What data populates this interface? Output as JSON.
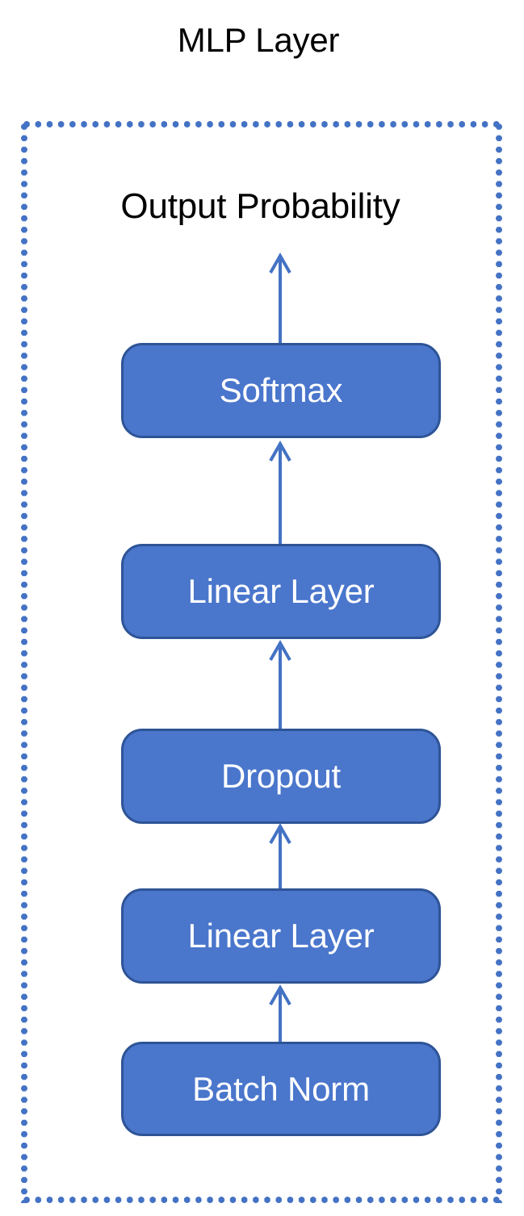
{
  "diagram": {
    "title": "MLP Layer",
    "output_caption": "Output Probability",
    "colors": {
      "node_fill": "#4A76CC",
      "node_border": "#2E5496",
      "node_text": "#FFFFFF",
      "arrow": "#4472C4",
      "container_border": "#4472C4",
      "title_text": "#000000",
      "background": "#FFFFFF"
    },
    "nodes": [
      {
        "id": "softmax",
        "label": "Softmax"
      },
      {
        "id": "linear-top",
        "label": "Linear Layer"
      },
      {
        "id": "dropout",
        "label": "Dropout"
      },
      {
        "id": "linear-bot",
        "label": "Linear Layer"
      },
      {
        "id": "batchnorm",
        "label": "Batch Norm"
      }
    ],
    "arrows": [
      {
        "id": "arrow-batchnorm-to-linear",
        "from": "batchnorm",
        "to": "linear-bot"
      },
      {
        "id": "arrow-linear-to-dropout",
        "from": "linear-bot",
        "to": "dropout"
      },
      {
        "id": "arrow-dropout-to-linear",
        "from": "dropout",
        "to": "linear-top"
      },
      {
        "id": "arrow-linear-to-softmax",
        "from": "linear-top",
        "to": "softmax"
      },
      {
        "id": "arrow-softmax-to-output",
        "from": "softmax",
        "to": "Output Probability"
      }
    ],
    "container": {
      "border_style": "dotted",
      "label": "MLP Layer"
    }
  }
}
